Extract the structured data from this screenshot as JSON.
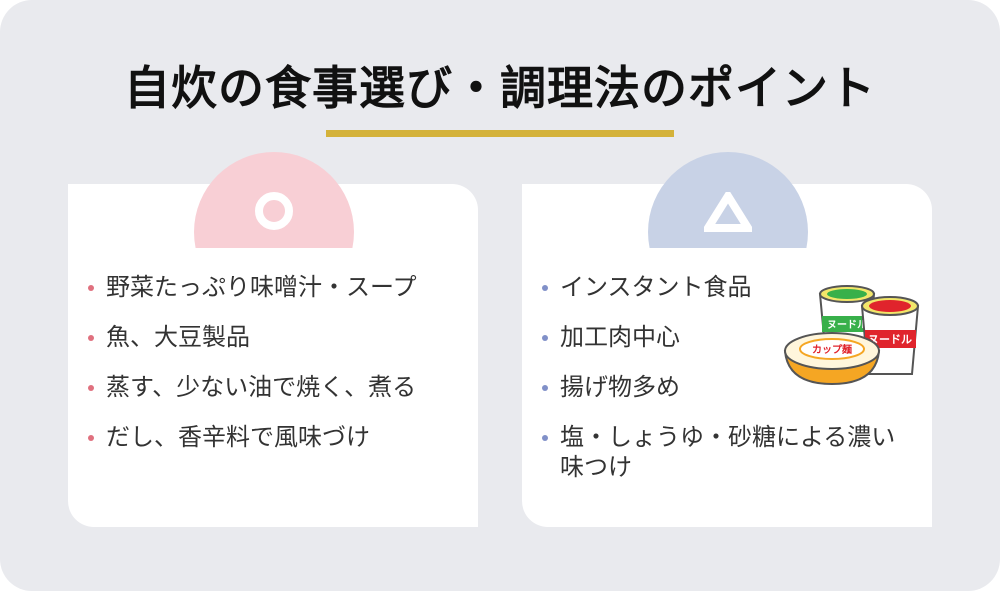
{
  "title": "自炊の食事選び・調理法のポイント",
  "colors": {
    "accent_rule": "#d4b23a",
    "good": "#f8cfd5",
    "caution": "#c8d2e6",
    "background": "#e9eaee"
  },
  "good_card": {
    "symbol": "circle-icon",
    "items": [
      "野菜たっぷり味噌汁・スープ",
      "魚、大豆製品",
      "蒸す、少ない油で焼く、煮る",
      "だし、香辛料で風味づけ"
    ]
  },
  "caution_card": {
    "symbol": "triangle-icon",
    "items": [
      "インスタント食品",
      "加工肉中心",
      "揚げ物多め",
      "塩・しょうゆ・砂糖による濃い味つけ"
    ]
  },
  "illustration": {
    "cup1_label": "ヌードル",
    "cup2_label": "ヌードル",
    "bowl_label": "カップ麺"
  }
}
